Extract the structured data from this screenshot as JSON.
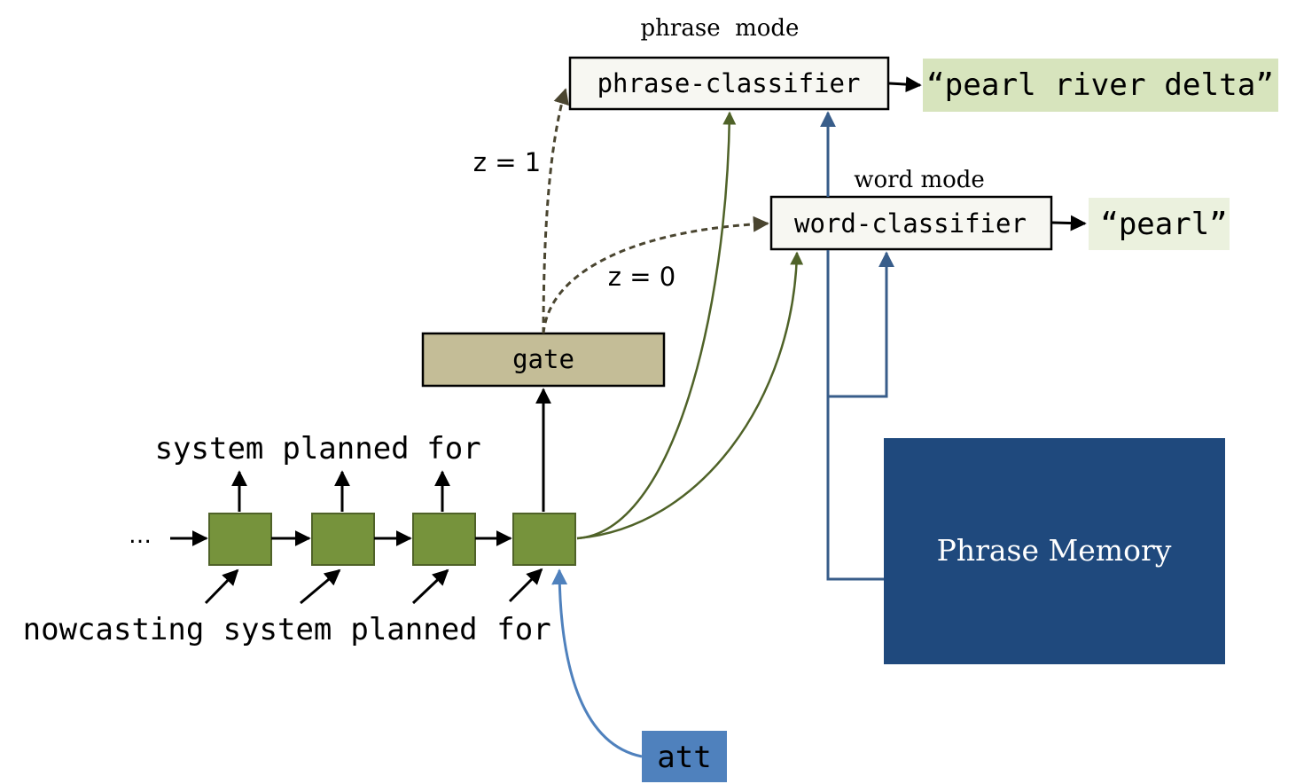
{
  "mode_labels": {
    "phrase_mode": "phrase  mode",
    "word_mode": "word mode"
  },
  "boxes": {
    "phrase_classifier": "phrase-classifier",
    "word_classifier": "word-classifier",
    "gate": "gate",
    "phrase_memory": "Phrase Memory",
    "att": "att"
  },
  "outputs": {
    "phrase_output": "“pearl river delta”",
    "word_output": "“pearl”"
  },
  "gate_branches": {
    "z1": "z = 1",
    "z0": "z = 0"
  },
  "rnn": {
    "ellipsis": "…",
    "output_words": [
      "system",
      "planned",
      "for"
    ],
    "input_words": [
      "nowcasting",
      "system",
      "planned",
      "for"
    ]
  },
  "colors": {
    "rnn_cell": "#76933c",
    "rnn_cell_border": "#4f6228",
    "gate_fill": "#c4bd97",
    "classifier_fill": "#f7f7f2",
    "phrase_output_fill": "#d7e4bd",
    "word_output_fill": "#ebf1de",
    "phrase_memory_fill": "#1f497d",
    "att_fill": "#4f81bd",
    "olive_arrow": "#4f6228",
    "blue_line": "#385d8a",
    "att_arrow": "#4f81bd",
    "dashed_arrow": "#4a4530"
  }
}
